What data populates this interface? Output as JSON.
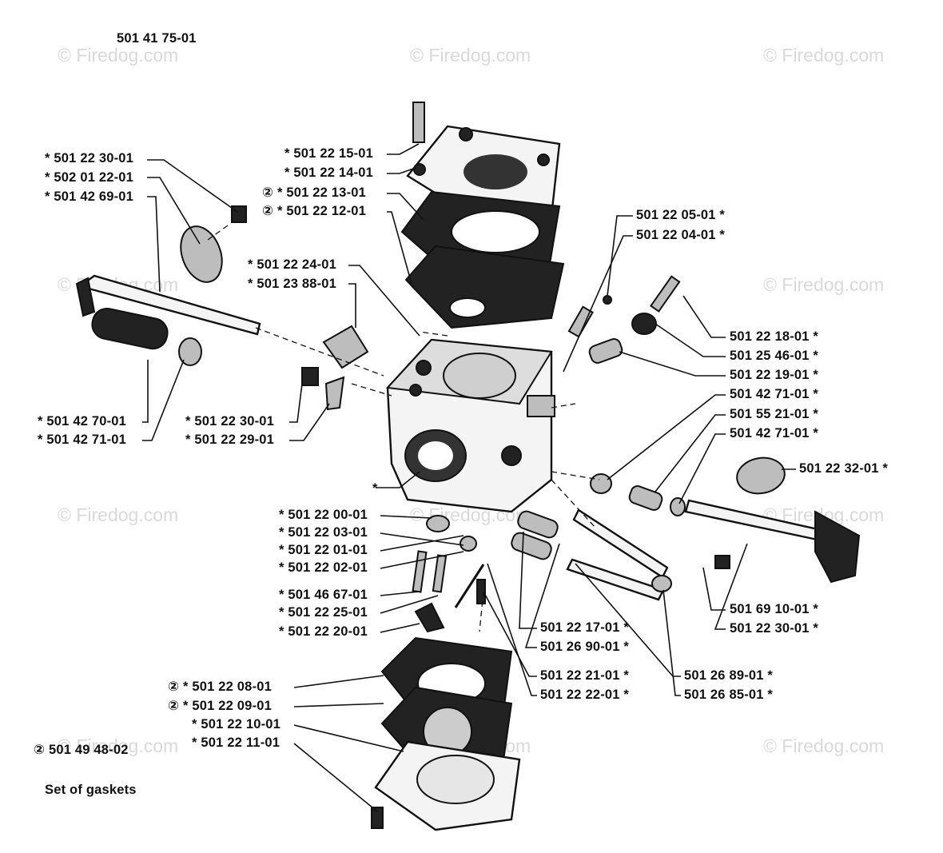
{
  "diagram": {
    "main_part_number": "501 41 75-01",
    "watermark": "© Firedog.com",
    "gasket_set": {
      "symbol": "②",
      "part_number": "501 49 48-02",
      "caption": "Set of gaskets"
    },
    "labels": [
      "* 501 22 30-01",
      "* 502 01 22-01",
      "* 501 42 69-01",
      "* 501 22 15-01",
      "* 501 22 14-01",
      "② * 501 22 13-01",
      "② * 501 22 12-01",
      "* 501 22 24-01",
      "* 501 23 88-01",
      "501 22 05-01 *",
      "501 22 04-01 *",
      "501 22 18-01 *",
      "501 25 46-01 *",
      "501 22 19-01 *",
      "501 42 71-01 *",
      "501 55 21-01 *",
      "501 42 71-01 *",
      "501 22 32-01 *",
      "* 501 42 70-01",
      "* 501 42 71-01",
      "* 501 22 30-01",
      "* 501 22 29-01",
      "*",
      "* 501 22 00-01",
      "* 501 22 03-01",
      "* 501 22 01-01",
      "* 501 22 02-01",
      "* 501 46 67-01",
      "* 501 22 25-01",
      "* 501 22 20-01",
      "501 22 17-01 *",
      "501 26 90-01 *",
      "501 22 21-01 *",
      "501 22 22-01 *",
      "501 26 89-01 *",
      "501 26 85-01 *",
      "501 69 10-01 *",
      "501 22 30-01 *",
      "② * 501 22 08-01",
      "② * 501 22 09-01",
      "* 501 22 10-01",
      "* 501 22 11-01"
    ]
  }
}
